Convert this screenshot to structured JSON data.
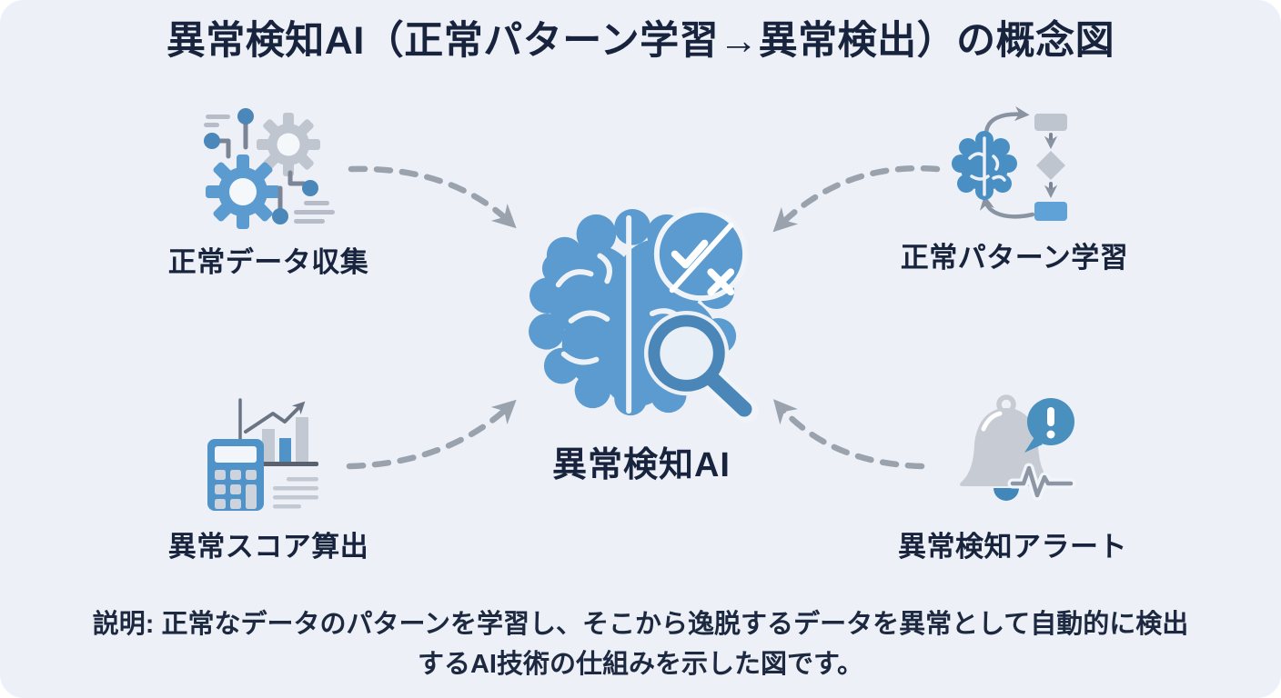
{
  "title": "異常検知AI（正常パターン学習→異常検出）の概念図",
  "center": {
    "label": "異常検知AI",
    "icon": "brain-magnifier-check-icon"
  },
  "nodes": [
    {
      "id": "normal-data-collection",
      "label": "正常データ収集",
      "icon": "gears-data-icon",
      "position": "top-left"
    },
    {
      "id": "normal-pattern-learning",
      "label": "正常パターン学習",
      "icon": "brain-flowchart-icon",
      "position": "top-right"
    },
    {
      "id": "anomaly-score-calculation",
      "label": "異常スコア算出",
      "icon": "calculator-chart-icon",
      "position": "bottom-left"
    },
    {
      "id": "anomaly-alert",
      "label": "異常検知アラート",
      "icon": "bell-alert-icon",
      "position": "bottom-right"
    }
  ],
  "description": "説明: 正常なデータのパターンを学習し、そこから逸脱するデータを異常として自動的に検出するAI技術の仕組みを示した図です。",
  "colors": {
    "background": "#edf1f7",
    "text": "#18233d",
    "primary_blue": "#5b9bd0",
    "secondary_blue": "#4a86b8",
    "icon_gray": "#c3c9d3",
    "slate_gray": "#7c8596",
    "arrow_gray": "#9aa2ae"
  }
}
